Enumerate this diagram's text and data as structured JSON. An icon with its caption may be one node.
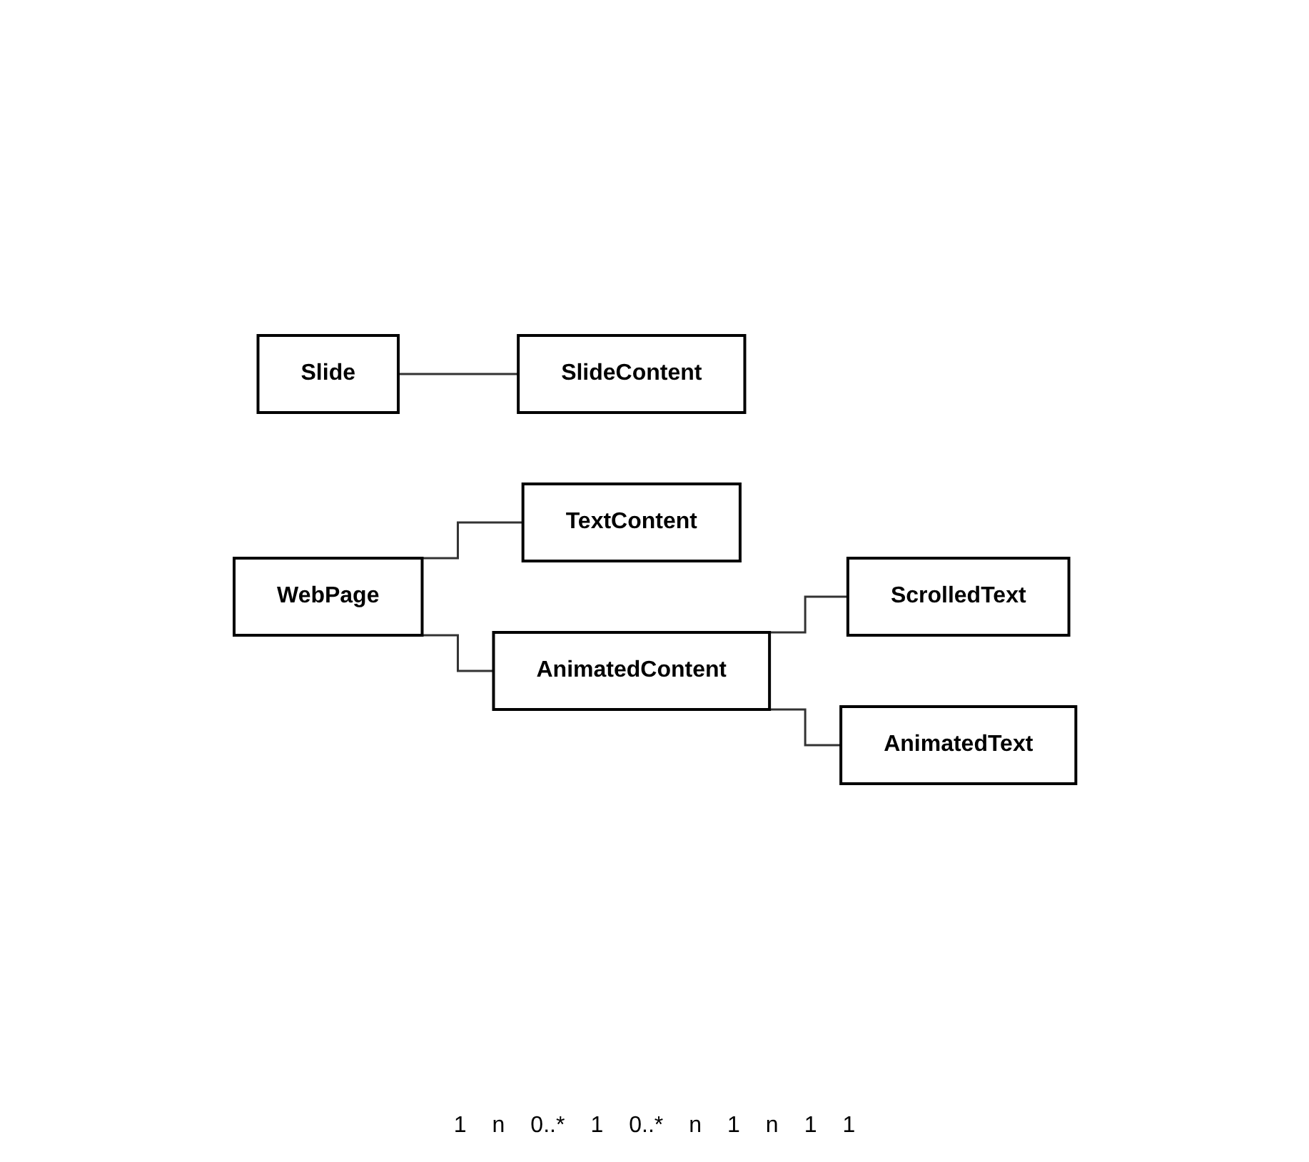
{
  "diagram": {
    "nodes": [
      {
        "text": [
          "Slide"
        ]
      },
      {
        "text": [
          "SlideContent"
        ]
      },
      {
        "text": [
          "WebPage"
        ]
      },
      {
        "text": [
          "TextContent"
        ]
      },
      {
        "text": [
          "AnimatedContent"
        ]
      },
      {
        "text": [
          "ScrolledText"
        ]
      },
      {
        "text": [
          "AnimatedText"
        ]
      }
    ],
    "edges": [
      {
        "from": 0,
        "to": 1,
        "arrow": "none"
      },
      {
        "from": 2,
        "to": 3,
        "arrow": "none"
      },
      {
        "from": 2,
        "to": 4,
        "arrow": "none"
      },
      {
        "from": 4,
        "to": 5,
        "arrow": "none"
      },
      {
        "from": 4,
        "to": 6,
        "arrow": "none"
      }
    ],
    "labels": [
      "1",
      "n",
      "0..*",
      "1",
      "0..*",
      "n",
      "1",
      "n",
      "1",
      "1"
    ]
  }
}
